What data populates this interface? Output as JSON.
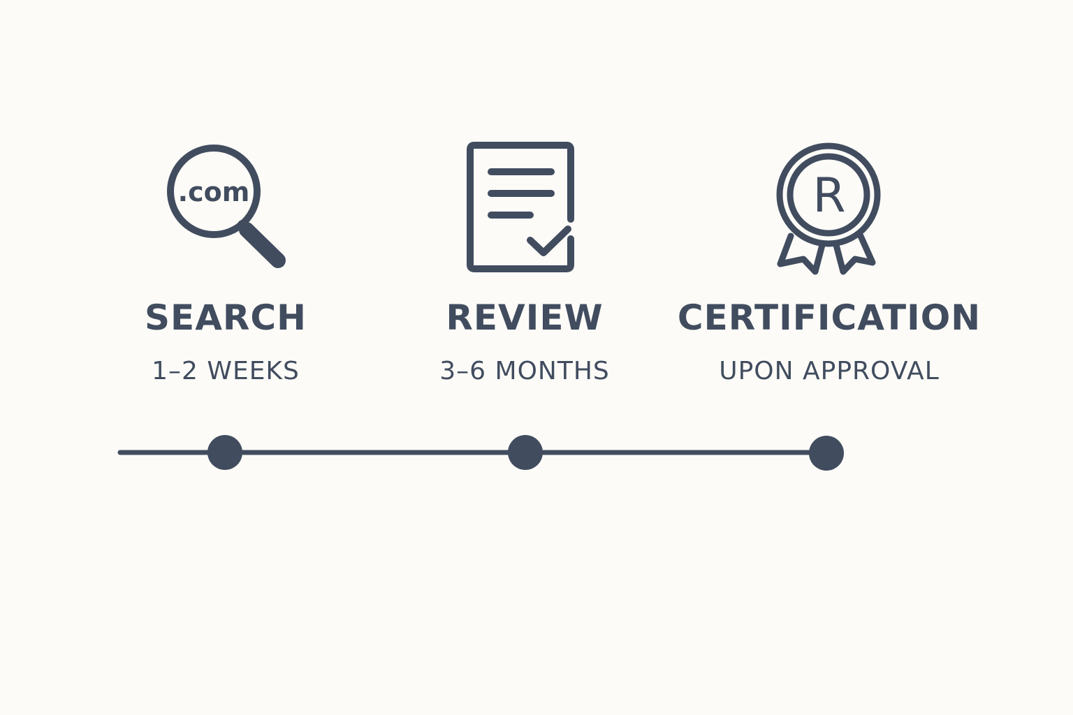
{
  "colors": {
    "background": "#fcfbf7",
    "ink": "#414c5f"
  },
  "steps": [
    {
      "title": "SEARCH",
      "duration": "1–2 WEEKS",
      "icon": "magnifier-icon",
      "icon_text": ".com"
    },
    {
      "title": "REVIEW",
      "duration": "3–6 MONTHS",
      "icon": "document-check-icon"
    },
    {
      "title": "CERTIFICATION",
      "duration": "UPON APPROVAL",
      "icon": "registered-badge-icon",
      "icon_text": "R"
    }
  ]
}
